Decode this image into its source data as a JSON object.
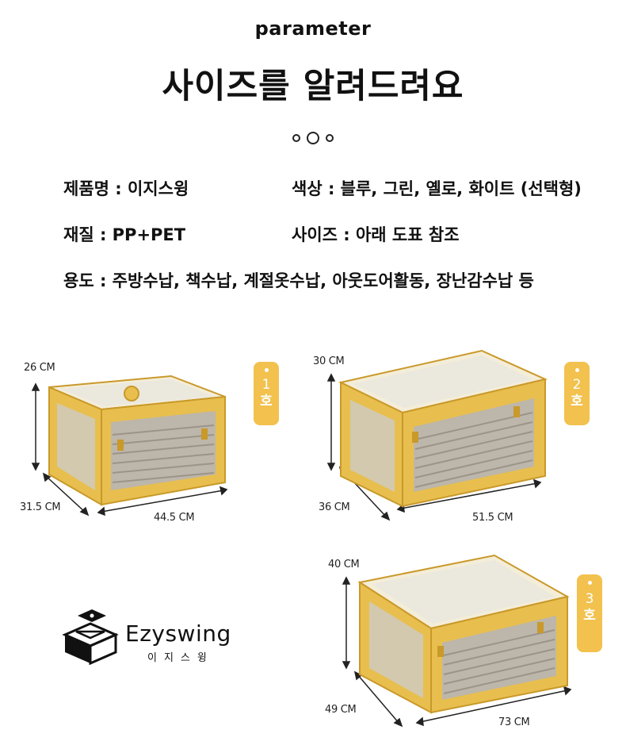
{
  "header": {
    "eyebrow": "parameter",
    "headline": "사이즈를 알려드려요"
  },
  "specs": {
    "product": "제품명 : 이지스윙",
    "color": "색상 : 블루, 그린, 옐로, 화이트 (선택형)",
    "material": "재질 : PP+PET",
    "size": "사이즈 : 아래 도표 참조",
    "usage": "용도 : 주방수납, 책수납, 계절옷수납, 아웃도어활동, 장난감수납 등"
  },
  "products": [
    {
      "num": "1",
      "suffix": "호",
      "height": "26 CM",
      "depth": "31.5 CM",
      "width": "44.5 CM"
    },
    {
      "num": "2",
      "suffix": "호",
      "height": "30 CM",
      "depth": "36 CM",
      "width": "51.5 CM"
    },
    {
      "num": "3",
      "suffix": "호",
      "height": "40 CM",
      "depth": "49 CM",
      "width": "73 CM"
    }
  ],
  "brand": {
    "name": "Ezyswing",
    "sub": "이지스윙"
  },
  "colors": {
    "box_yellow": "#e8bf4e",
    "box_dark": "#c9992a",
    "badge": "#f2c14e"
  }
}
